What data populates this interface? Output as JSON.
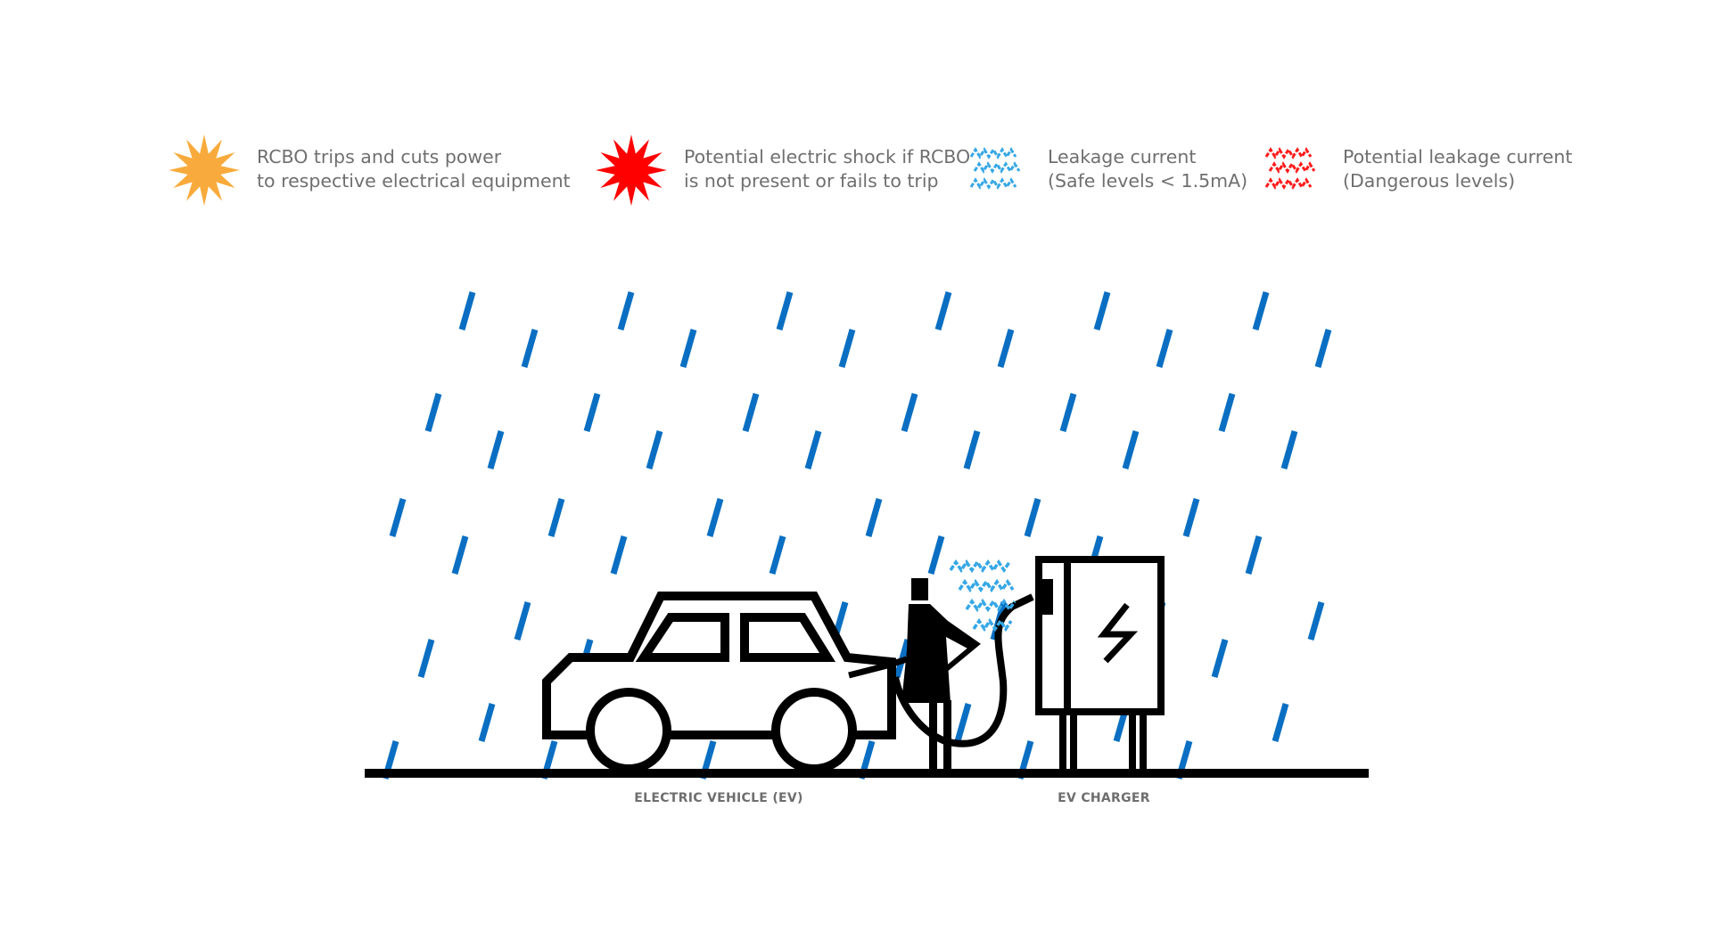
{
  "legend": [
    {
      "icon": "orange-starburst-icon",
      "color": "#f8ab3c",
      "line1": "RCBO trips and cuts power",
      "line2": "to respective electrical equipment"
    },
    {
      "icon": "red-starburst-icon",
      "color": "#ff0000",
      "line1": "Potential electric shock if RCBO",
      "line2": "is not present or fails to trip"
    },
    {
      "icon": "blue-zigzag-icon",
      "color": "#36a7e6",
      "line1": "Leakage current",
      "line2": "(Safe levels < 1.5mA)"
    },
    {
      "icon": "red-zigzag-icon",
      "color": "#ff1a1a",
      "line1": "Potential leakage current",
      "line2": "(Dangerous levels)"
    }
  ],
  "scene": {
    "rain_color": "#0a6fc2",
    "outline_color": "#000000",
    "leakage_color": "#36a7e6",
    "car_label": "ELECTRIC VEHICLE (EV)",
    "charger_label": "EV CHARGER"
  }
}
